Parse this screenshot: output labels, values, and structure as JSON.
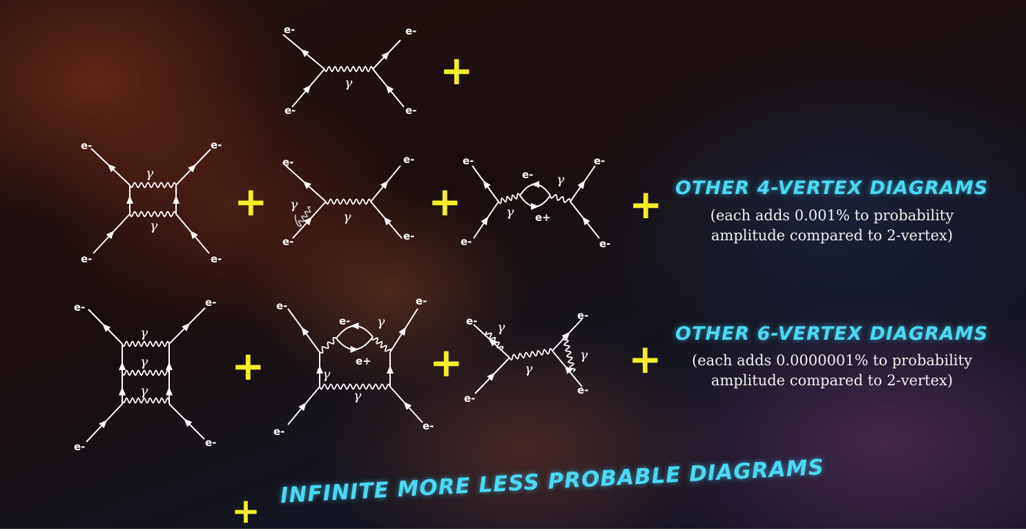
{
  "labels": {
    "electron": "e-",
    "positron": "e+",
    "photon": "γ",
    "plus": "+"
  },
  "sections": {
    "four_vertex": {
      "heading": "OTHER 4-VERTEX DIAGRAMS",
      "note_line1": "(each adds 0.001% to probability",
      "note_line2": "amplitude compared to 2-vertex)"
    },
    "six_vertex": {
      "heading": "OTHER 6-VERTEX DIAGRAMS",
      "note_line1": "(each adds 0.0000001% to probability",
      "note_line2": "amplitude compared to 2-vertex)"
    },
    "infinite": {
      "heading": "INFINITE MORE LESS PROBABLE DIAGRAMS"
    }
  },
  "colors": {
    "heading": "#4cd8f2",
    "plus": "#f4ee2a",
    "line": "#ffffff"
  }
}
